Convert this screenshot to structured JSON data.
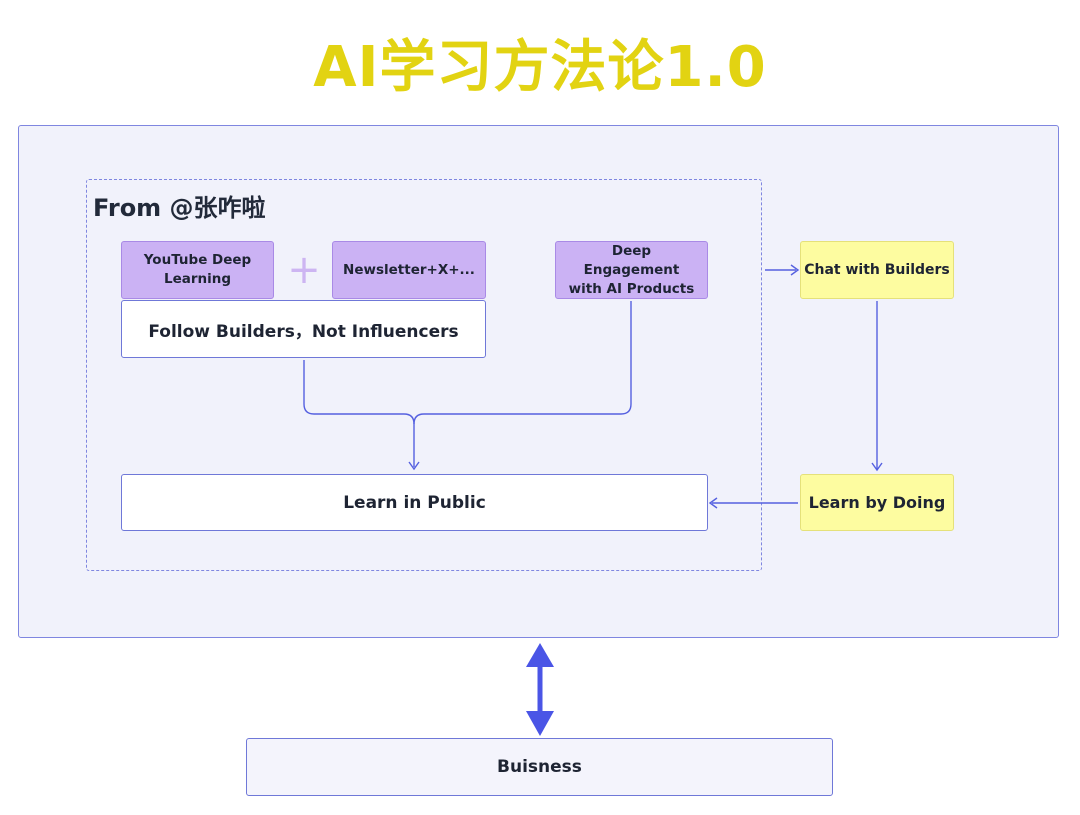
{
  "title": "AI学习方法论1.0",
  "group": {
    "title": "From @张咋啦"
  },
  "nodes": {
    "youtube": "YouTube Deep Learning",
    "plus": "+",
    "newsletter": "Newsletter+X+...",
    "deep_engagement": "Deep Engagement with AI Products",
    "follow_builders": "Follow Builders，Not Influencers",
    "learn_public": "Learn in Public",
    "chat_builders": "Chat with Builders",
    "learn_doing": "Learn by Doing",
    "business": "Buisness"
  },
  "colors": {
    "title": "#e2d312",
    "accent": "#5560e0",
    "purple_fill": "#cbb2f4",
    "yellow_fill": "#fdfca0",
    "outer_fill": "#f1f2fb"
  }
}
